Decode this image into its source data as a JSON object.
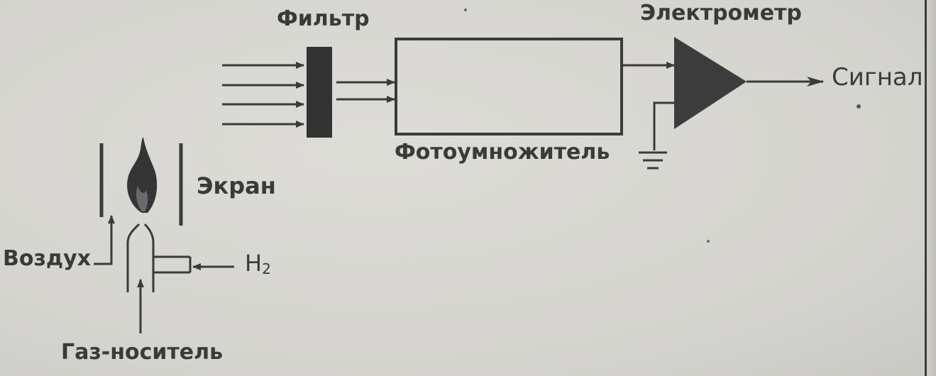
{
  "labels": {
    "filter": "Фильтр",
    "electrometer": "Электрометр",
    "signal": "Сигнал",
    "photomultiplier": "Фотоумножитель",
    "screen": "Экран",
    "air": "Воздух",
    "hydrogen": "H",
    "hydrogen_subscript": "2",
    "carrier_gas": "Газ-носитель"
  },
  "colors": {
    "ink": "#3a3a3a",
    "paper": "#d7d6d1"
  }
}
